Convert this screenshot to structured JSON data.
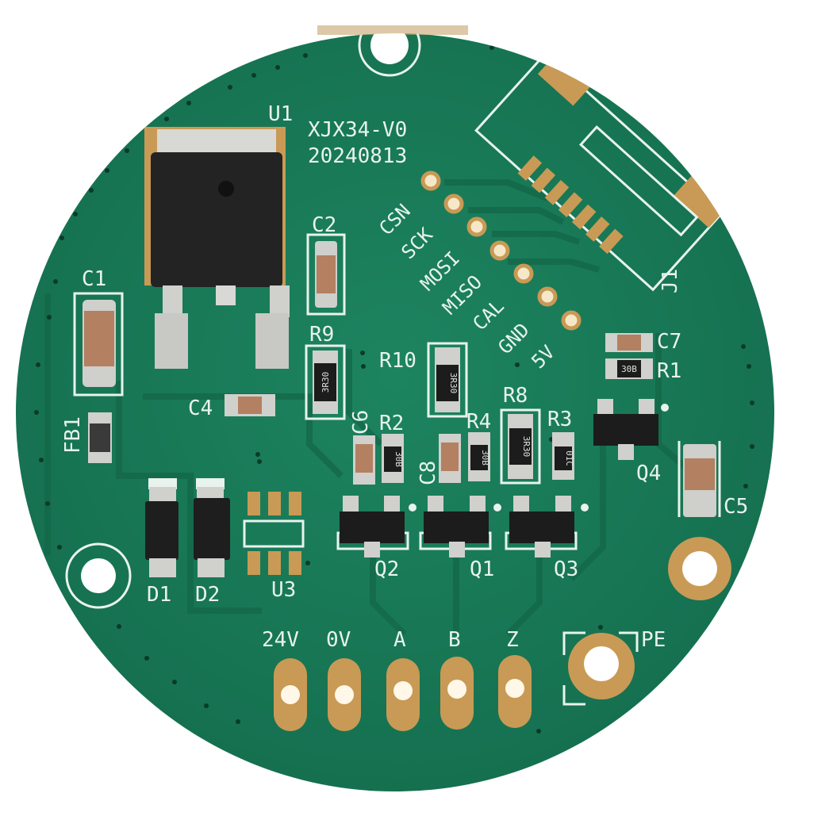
{
  "board": {
    "name": "XJX34-V0",
    "date": "20240813",
    "colors": {
      "soldermask": "#1a7a56",
      "copper": "#c99a55",
      "silkscreen": "#e8f3ee",
      "background": "#ffffff"
    }
  },
  "components": {
    "U1": "U1",
    "U3": "U3",
    "C1": "C1",
    "C2": "C2",
    "C4": "C4",
    "C5": "C5",
    "C6": "C6",
    "C7": "C7",
    "C8": "C8",
    "R1": "R1",
    "R2": "R2",
    "R3": "R3",
    "R4": "R4",
    "R8": "R8",
    "R9": "R9",
    "R10": "R10",
    "Q1": "Q1",
    "Q2": "Q2",
    "Q3": "Q3",
    "Q4": "Q4",
    "D1": "D1",
    "D2": "D2",
    "FB1": "FB1",
    "J1": "J1"
  },
  "resistor_markings": {
    "R9": "3R30",
    "R10": "3R30",
    "R8": "3R30",
    "R2": "30B",
    "R4": "30B",
    "R1": "30B",
    "R3": "01C"
  },
  "header_pins": [
    "CSN",
    "SCK",
    "MOSI",
    "MISO",
    "CAL",
    "GND",
    "5V"
  ],
  "terminals": [
    "24V",
    "0V",
    "A",
    "B",
    "Z"
  ],
  "earth_terminal": "PE"
}
